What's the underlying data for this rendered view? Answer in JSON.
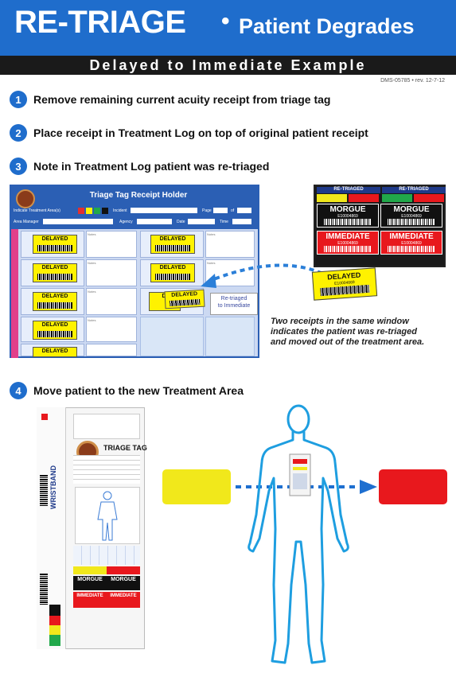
{
  "header": {
    "title": "RE-TRIAGE",
    "dot": "•",
    "subtitle": "Patient Degrades",
    "band": "Delayed to Immediate Example",
    "doc_id": "DMS-05785 • rev. 12-7-12"
  },
  "steps": [
    {
      "num": "1",
      "text": "Remove remaining current acuity receipt from triage tag"
    },
    {
      "num": "2",
      "text": "Place receipt in Treatment Log on top of original patient receipt"
    },
    {
      "num": "3",
      "text": "Note in Treatment Log patient was re-triaged"
    },
    {
      "num": "4",
      "text": "Move patient to the new Treatment Area"
    }
  ],
  "holder": {
    "title": "Triage Tag Receipt Holder",
    "fields": {
      "area": "Indicate Treatment Area(s)",
      "incident": "Incident",
      "page": "Page",
      "of": "of",
      "manager": "Area Manager",
      "agency": "Agency",
      "date": "Date",
      "time": "Time"
    },
    "notes_label": "Notes",
    "receipt_label": "DELAYED",
    "overlay_label": "DELAYED",
    "overlay_label_short": "DI"
  },
  "annotation": {
    "line1": "Re-triaged",
    "line2": "to Immediate"
  },
  "tag_panel": {
    "bar_label": "RE-TRIAGED",
    "morgue": "MORGUE",
    "immediate": "IMMEDIATE",
    "tag_id": "E10004869",
    "delayed": "DELAYED"
  },
  "caption": {
    "line1": "Two receipts in the same window",
    "line2": "indicates the patient was re-triaged",
    "line3": "and moved out of the treatment area."
  },
  "triage_tag": {
    "title": "TRIAGE TAG",
    "wristband": "WRISTBAND",
    "morgue": "MORGUE",
    "immediate": "IMMEDIATE"
  },
  "colors": {
    "header_blue": "#1f6dcc",
    "delayed_yellow": "#f1e81b",
    "immediate_red": "#e8181d",
    "body_blue": "#1e9ee0"
  }
}
